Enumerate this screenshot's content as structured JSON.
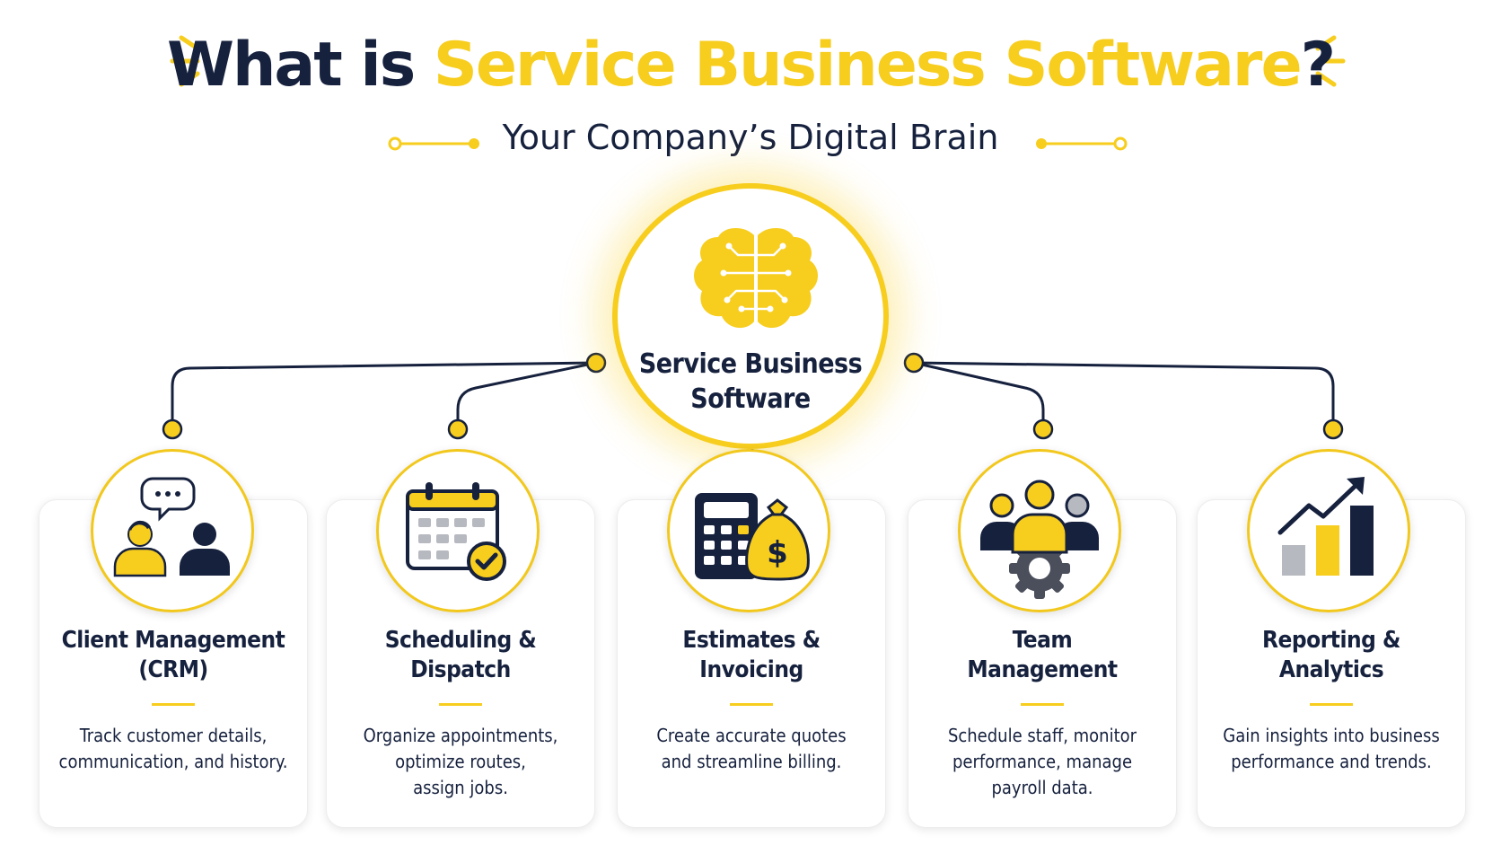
{
  "header": {
    "title_part1": "What is ",
    "title_part2": "Service Business Software",
    "title_part3": "?",
    "subtitle": "Your Company’s Digital Brain"
  },
  "hub": {
    "label_line1": "Service Business",
    "label_line2": "Software",
    "icon": "brain-circuit-icon"
  },
  "colors": {
    "navy": "#16213e",
    "gold": "#f7cd1e",
    "gray": "#b7b9c0"
  },
  "features": [
    {
      "title_line1": "Client Management",
      "title_line2": "(CRM)",
      "icon": "customer-conversation-icon",
      "desc_lines": [
        "Track customer details,",
        "communication, and history."
      ]
    },
    {
      "title_line1": "Scheduling &",
      "title_line2": "Dispatch",
      "icon": "calendar-check-icon",
      "desc_lines": [
        "Organize appointments,",
        "optimize routes,",
        "assign jobs."
      ]
    },
    {
      "title_line1": "Estimates &",
      "title_line2": "Invoicing",
      "icon": "calculator-money-bag-icon",
      "desc_lines": [
        "Create accurate quotes",
        "and streamline billing."
      ]
    },
    {
      "title_line1": "Team",
      "title_line2": "Management",
      "icon": "team-gear-icon",
      "desc_lines": [
        "Schedule staff, monitor",
        "performance, manage",
        "payroll data."
      ]
    },
    {
      "title_line1": "Reporting &",
      "title_line2": "Analytics",
      "icon": "growth-chart-icon",
      "desc_lines": [
        "Gain insights into business",
        "performance and trends."
      ]
    }
  ]
}
